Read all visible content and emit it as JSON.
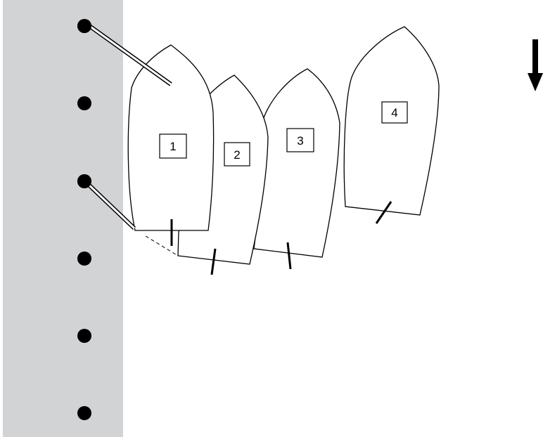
{
  "diagram": {
    "colors": {
      "dock": "#d2d3d5",
      "outline": "#000000",
      "hull_fill": "#ffffff",
      "bollard": "#000000"
    },
    "boats": [
      {
        "id": "boat-1",
        "label": "1"
      },
      {
        "id": "boat-2",
        "label": "2"
      },
      {
        "id": "boat-3",
        "label": "3"
      },
      {
        "id": "boat-4",
        "label": "4"
      }
    ],
    "bollards": 6,
    "icons": {
      "direction": "arrow-down-icon"
    }
  }
}
